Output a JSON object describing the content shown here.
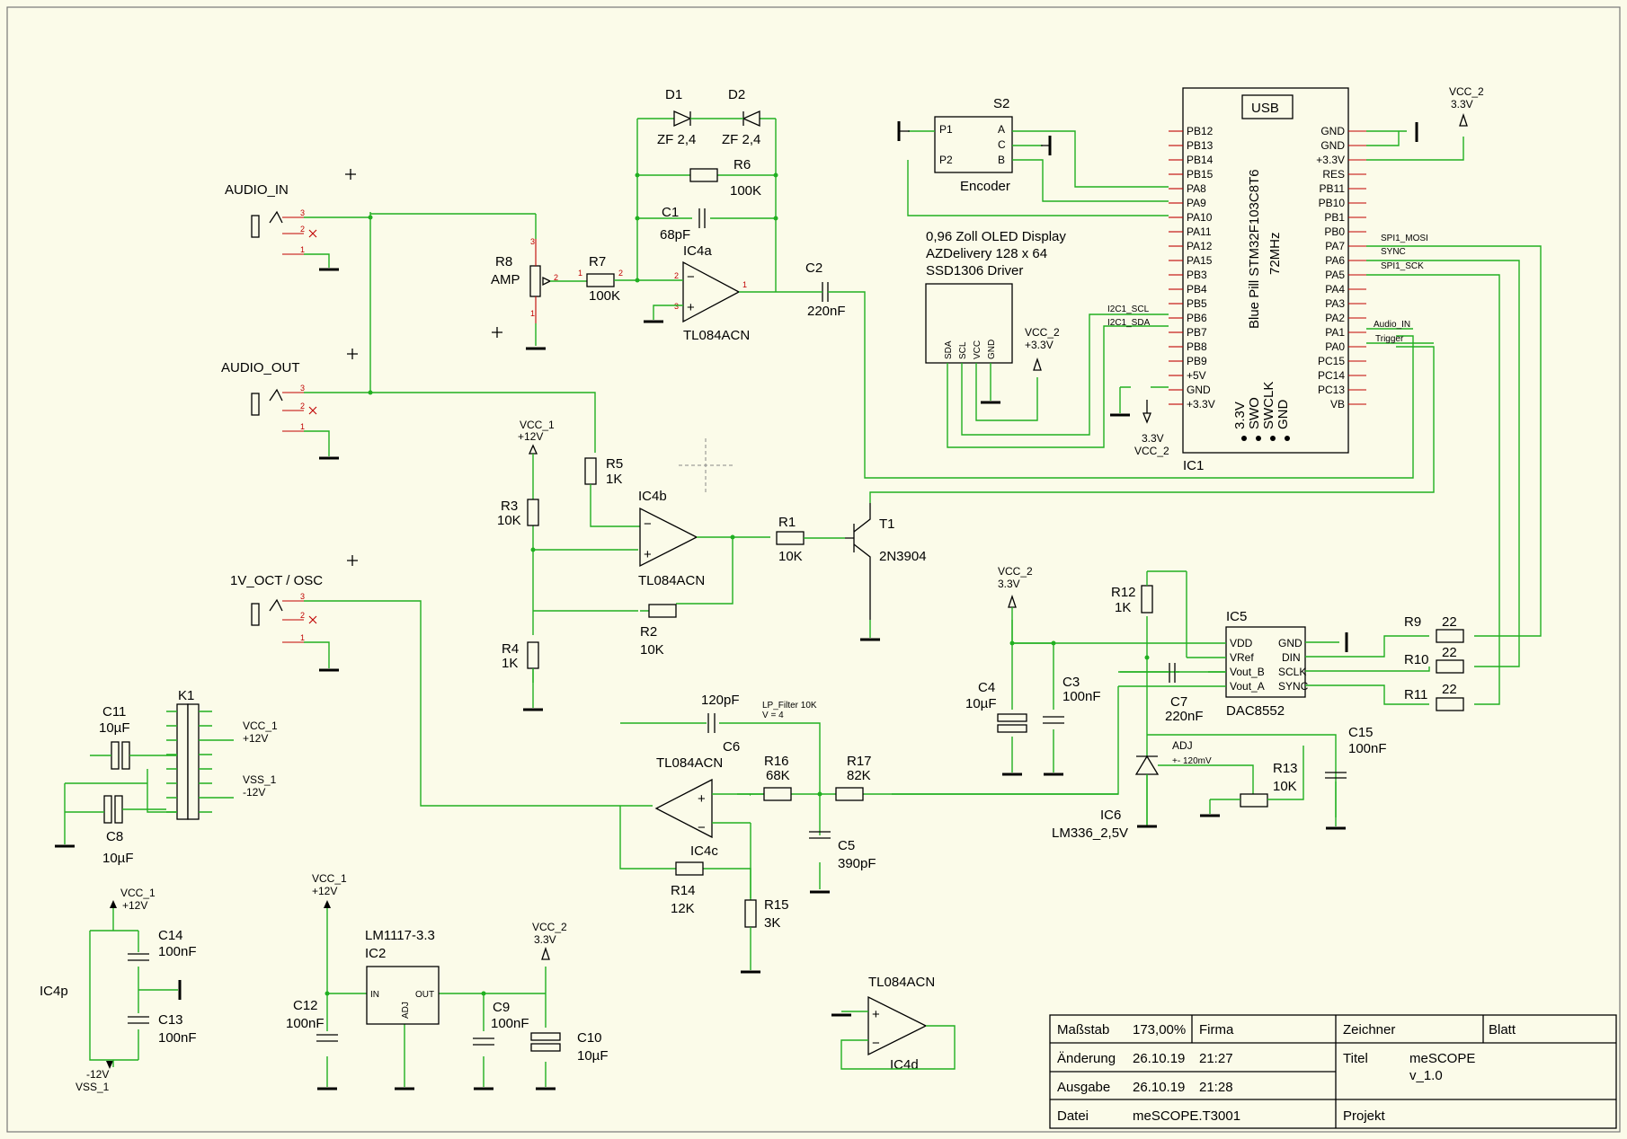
{
  "connectors": {
    "audio_in": "AUDIO_IN",
    "audio_out": "AUDIO_OUT",
    "osc_in": "1V_OCT / OSC"
  },
  "opamps": {
    "ic4a": {
      "name": "IC4a",
      "type": "TL084ACN"
    },
    "ic4b": {
      "name": "IC4b",
      "type": "TL084ACN"
    },
    "ic4c": {
      "name": "IC4c",
      "type": "TL084ACN"
    },
    "ic4d": {
      "name": "IC4d",
      "type": "TL084ACN"
    },
    "ic4p": "IC4p"
  },
  "diodes": {
    "d1": {
      "name": "D1",
      "value": "ZF 2,4"
    },
    "d2": {
      "name": "D2",
      "value": "ZF 2,4"
    }
  },
  "resistors": {
    "r1": {
      "name": "R1",
      "value": "10K"
    },
    "r2": {
      "name": "R2",
      "value": "10K"
    },
    "r3": {
      "name": "R3",
      "value": "10K"
    },
    "r4": {
      "name": "R4",
      "value": "1K"
    },
    "r5": {
      "name": "R5",
      "value": "1K"
    },
    "r6": {
      "name": "R6",
      "value": "100K"
    },
    "r7": {
      "name": "R7",
      "value": "100K"
    },
    "r8": {
      "name": "R8",
      "value": "AMP"
    },
    "r9": {
      "name": "R9",
      "value": "22"
    },
    "r10": {
      "name": "R10",
      "value": "22"
    },
    "r11": {
      "name": "R11",
      "value": "22"
    },
    "r12": {
      "name": "R12",
      "value": "1K"
    },
    "r13": {
      "name": "R13",
      "value": "10K"
    },
    "r14": {
      "name": "R14",
      "value": "12K"
    },
    "r15": {
      "name": "R15",
      "value": "3K"
    },
    "r16": {
      "name": "R16",
      "value": "68K"
    },
    "r17": {
      "name": "R17",
      "value": "82K"
    }
  },
  "capacitors": {
    "c1": {
      "name": "C1",
      "value": "68pF"
    },
    "c2": {
      "name": "C2",
      "value": "220nF"
    },
    "c3": {
      "name": "C3",
      "value": "100nF"
    },
    "c4": {
      "name": "C4",
      "value": "10µF"
    },
    "c5": {
      "name": "C5",
      "value": "390pF"
    },
    "c6": {
      "name": "C6",
      "value": "120pF"
    },
    "c7": {
      "name": "C7",
      "value": "220nF"
    },
    "c8": {
      "name": "C8",
      "value": "10µF"
    },
    "c9": {
      "name": "C9",
      "value": "100nF"
    },
    "c10": {
      "name": "C10",
      "value": "10µF"
    },
    "c11": {
      "name": "C11",
      "value": "10µF"
    },
    "c12": {
      "name": "C12",
      "value": "100nF"
    },
    "c13": {
      "name": "C13",
      "value": "100nF"
    },
    "c14": {
      "name": "C14",
      "value": "100nF"
    },
    "c15": {
      "name": "C15",
      "value": "100nF"
    }
  },
  "transistor": {
    "name": "T1",
    "type": "2N3904"
  },
  "encoder": {
    "name": "S2",
    "label": "Encoder",
    "pins": [
      "P1",
      "P2",
      "A",
      "C",
      "B"
    ]
  },
  "oled": {
    "line1": "0,96 Zoll OLED Display",
    "line2": "AZDelivery 128 x 64",
    "line3": "SSD1306 Driver",
    "pins": [
      "SDA",
      "SCL",
      "VCC",
      "GND"
    ]
  },
  "mcu": {
    "name": "IC1",
    "usb": "USB",
    "title": "Blue Pill STM32F103C8T6",
    "clock": "72MHz",
    "left_pins": [
      "PB12",
      "PB13",
      "PB14",
      "PB15",
      "PA8",
      "PA9",
      "PA10",
      "PA11",
      "PA12",
      "PA15",
      "PB3",
      "PB4",
      "PB5",
      "PB6",
      "PB7",
      "PB8",
      "PB9",
      "+5V",
      "GND",
      "+3.3V"
    ],
    "right_pins": [
      "GND",
      "GND",
      "+3.3V",
      "RES",
      "PB11",
      "PB10",
      "PB1",
      "PB0",
      "PA7",
      "PA6",
      "PA5",
      "PA4",
      "PA3",
      "PA2",
      "PA1",
      "PA0",
      "PC15",
      "PC14",
      "PC13",
      "VB"
    ],
    "bottom_pins": [
      "3.3V",
      "SWO",
      "SWCLK",
      "GND"
    ]
  },
  "dac": {
    "name": "IC5",
    "type": "DAC8552",
    "left_pins": [
      "VDD",
      "VRef",
      "Vout_B",
      "Vout_A"
    ],
    "right_pins": [
      "GND",
      "DIN",
      "SCLK",
      "SYNC"
    ]
  },
  "ref": {
    "name": "IC6",
    "type": "LM336_2,5V",
    "adj": "ADJ",
    "adj_range": "+- 120mV"
  },
  "regulator": {
    "name": "IC2",
    "type": "LM1117-3.3",
    "in": "IN",
    "out": "OUT",
    "adj": "ADJ"
  },
  "header": {
    "name": "K1"
  },
  "nets": {
    "i2c_scl": "I2C1_SCL",
    "i2c_sda": "I2C1_SDA",
    "spi_mosi": "SPI1_MOSI",
    "sync": "SYNC",
    "spi_sck": "SPI1_SCK",
    "audio_in": "Audio_IN",
    "trigger": "Trigger",
    "lp_filter_1": "LP_Filter 10K",
    "lp_filter_2": "V = 4"
  },
  "power": {
    "vcc1": "VCC_1",
    "p12v": "+12V",
    "vss1": "VSS_1",
    "m12v": "-12V",
    "vcc2": "VCC_2",
    "p33v": "3.3V",
    "p33v_b": "+3.3V"
  },
  "title_block": {
    "massstab_label": "Maßstab",
    "massstab_value": "173,00%",
    "firma_label": "Firma",
    "zeichner_label": "Zeichner",
    "blatt_label": "Blatt",
    "aenderung_label": "Änderung",
    "aenderung_date": "26.10.19",
    "aenderung_time": "21:27",
    "titel_label": "Titel",
    "titel_value": "meSCOPE",
    "version": "v_1.0",
    "ausgabe_label": "Ausgabe",
    "ausgabe_date": "26.10.19",
    "ausgabe_time": "21:28",
    "datei_label": "Datei",
    "datei_value": "meSCOPE.T3001",
    "projekt_label": "Projekt"
  }
}
